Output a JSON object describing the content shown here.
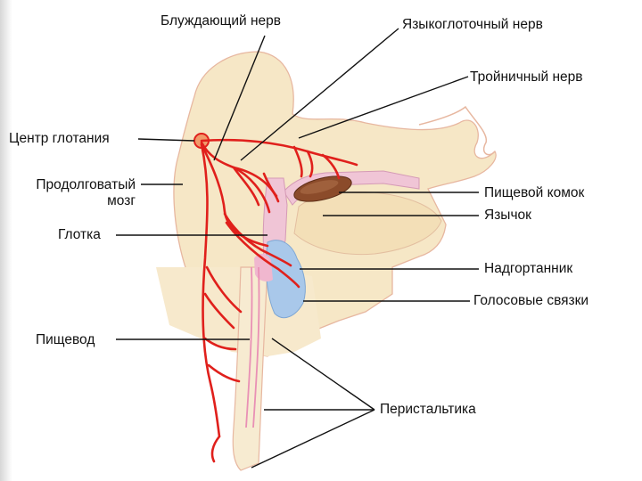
{
  "labels": {
    "vagus_nerve": "Блуждающий нерв",
    "glossopharyngeal_nerve": "Языкоглоточный нерв",
    "trigeminal_nerve": "Тройничный нерв",
    "swallowing_center": "Центр глотания",
    "medulla_line1": "Продолговатый",
    "medulla_line2": "мозг",
    "pharynx": "Глотка",
    "esophagus": "Пищевод",
    "food_bolus": "Пищевой комок",
    "uvula": "Язычок",
    "epiglottis": "Надгортанник",
    "vocal_cords": "Голосовые связки",
    "peristalsis": "Перистальтика"
  },
  "colors": {
    "nerve": "#e0201c",
    "tissue": "#f6e7c6",
    "tissue_outline": "#e7b7a0",
    "mucosa": "#f0c5d6",
    "larynx": "#a9c8ea",
    "bolus": "#8b4b2a",
    "leader_line": "#111111"
  }
}
